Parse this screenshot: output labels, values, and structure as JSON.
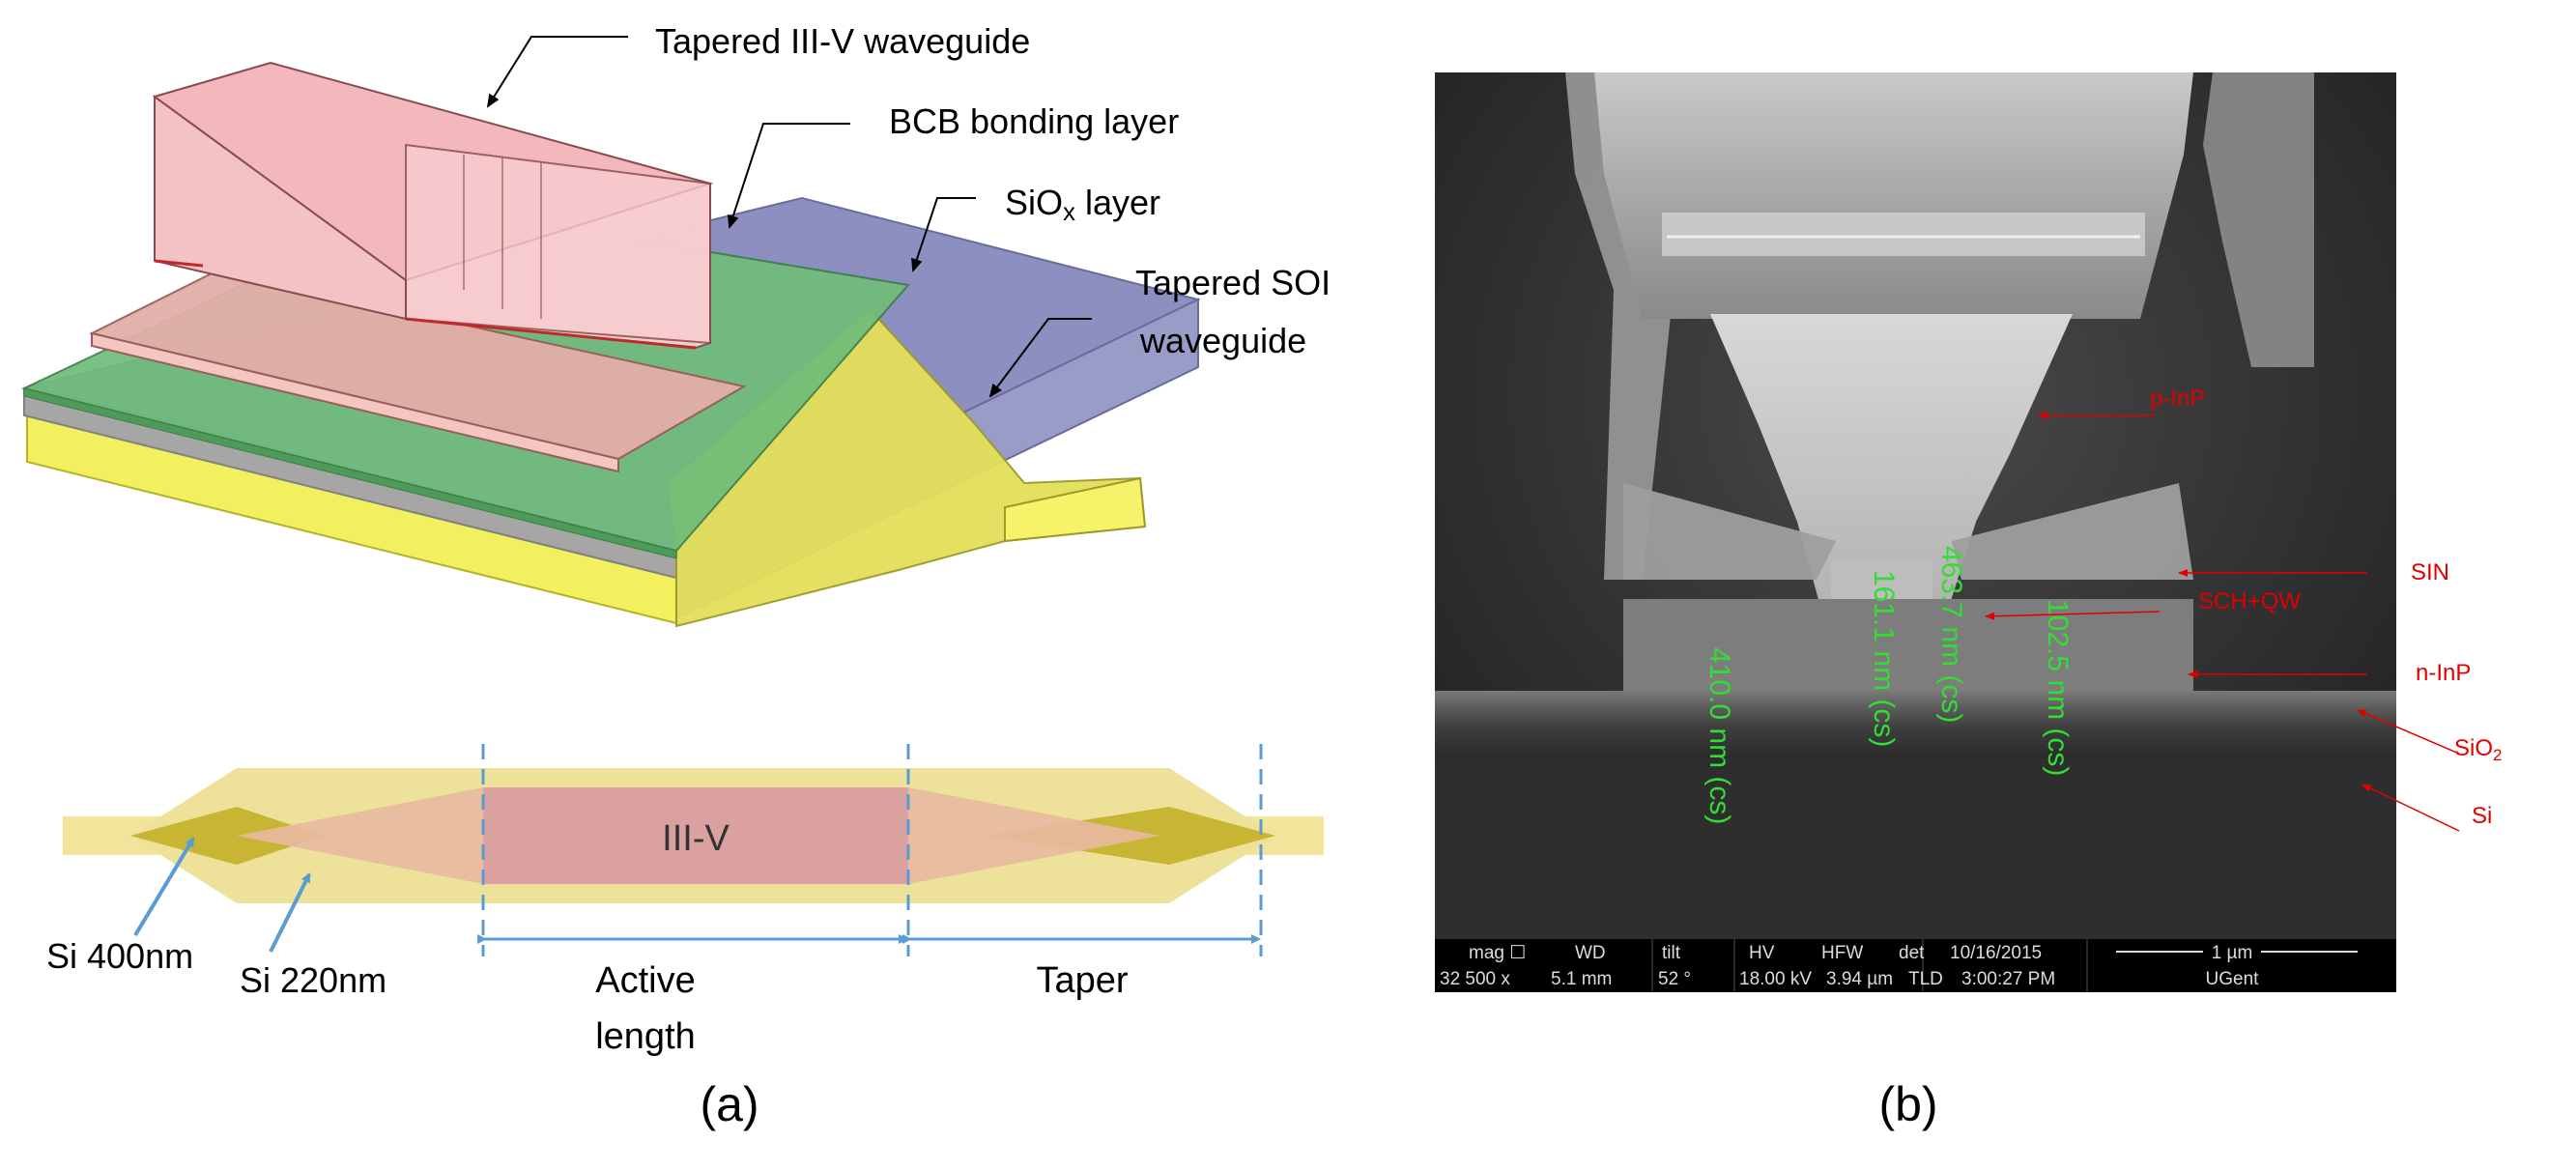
{
  "panel_a": {
    "labels": {
      "tapered_iiiv": "Tapered III-V waveguide",
      "bcb": "BCB bonding layer",
      "siox_main": "SiO",
      "siox_sub": "x",
      "siox_tail": " layer",
      "soi_line1": "Tapered SOI",
      "soi_line2": "waveguide",
      "iiiv": "III-V",
      "si400": "Si 400nm",
      "si220": "Si 220nm",
      "active1": "Active",
      "active2": "length",
      "taper": "Taper"
    },
    "caption": "(a)"
  },
  "panel_b": {
    "annotations": {
      "pinp": "p-InP",
      "sin": "SIN",
      "schqw": "SCH+QW",
      "ninp": "n-InP",
      "sio2_main": "SiO",
      "sio2_sub": "2",
      "si": "Si"
    },
    "measurements": {
      "m1": "463.7 nm (cs)",
      "m2": "161.1 nm (cs)",
      "m3": "410.0 nm (cs)",
      "m4": "102.5 nm (cs)"
    },
    "infobar": {
      "h_mag": "mag ☐",
      "h_wd": "WD",
      "h_tilt": "tilt",
      "h_hv": "HV",
      "h_hfw": "HFW",
      "h_det": "det",
      "h_date": "10/16/2015",
      "scale": "1 µm",
      "v_mag": "32 500 x",
      "v_wd": "5.1 mm",
      "v_tilt": "52 °",
      "v_hv": "18.00 kV",
      "v_hfw": "3.94 µm",
      "v_det": "TLD",
      "v_time": "3:00:27 PM",
      "v_org": "UGent"
    },
    "caption": "(b)"
  }
}
